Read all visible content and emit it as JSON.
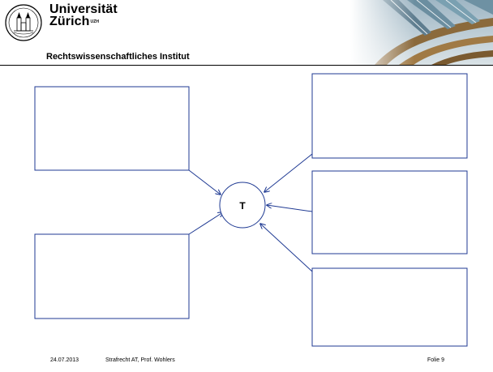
{
  "header": {
    "university_line1": "Universität",
    "university_line2": "Zürich",
    "university_mark": "UZH",
    "institute": "Rechtswissenschaftliches Institut",
    "logo_icon": "university-seal-icon",
    "photo": "atrium-photo"
  },
  "diagram": {
    "center_label": "T",
    "boxes": [
      "box-top-left",
      "box-bottom-left",
      "box-top-right",
      "box-middle-right",
      "box-bottom-right"
    ],
    "line_color": "#1f3a93"
  },
  "footer": {
    "date": "24.07.2013",
    "course": "Strafrecht AT, Prof. Wohlers",
    "page": "Folie 9"
  }
}
